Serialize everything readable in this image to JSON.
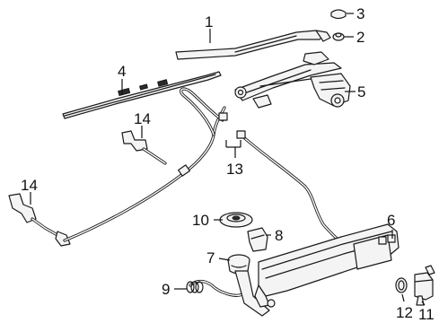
{
  "callouts": {
    "c1": "1",
    "c2": "2",
    "c3": "3",
    "c4": "4",
    "c5": "5",
    "c6": "6",
    "c7": "7",
    "c8": "8",
    "c9": "9",
    "c10": "10",
    "c11": "11",
    "c12": "12",
    "c13": "13",
    "c14a": "14",
    "c14b": "14"
  }
}
